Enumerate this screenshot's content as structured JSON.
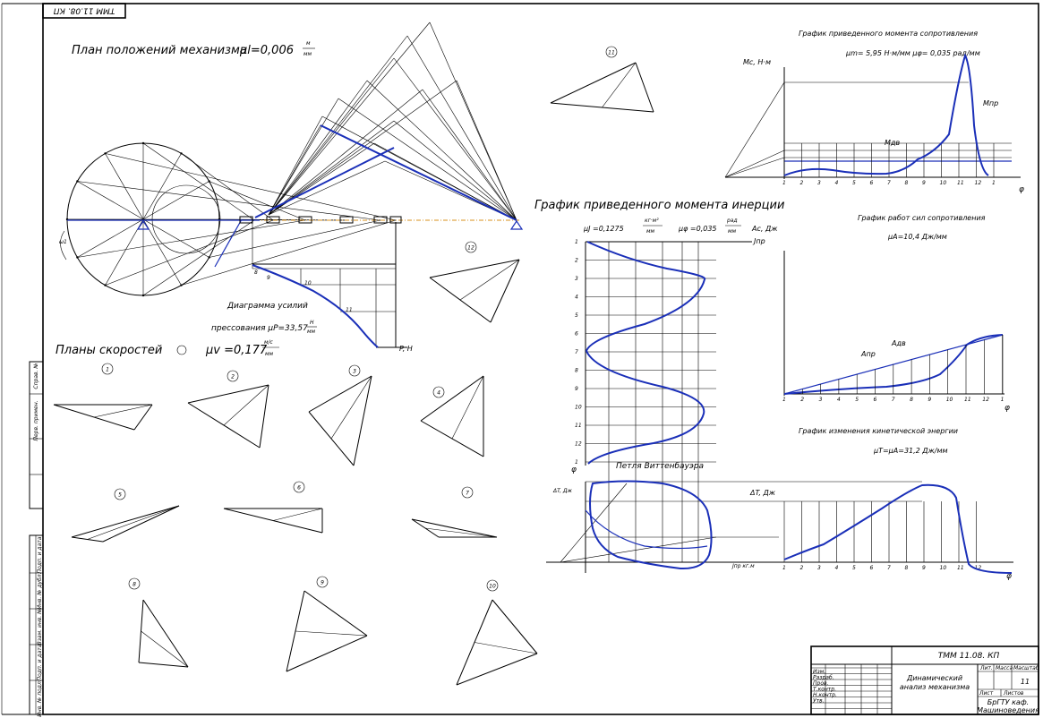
{
  "stamp_top": "ТММ 11.08. КП",
  "mechanism": {
    "title": "План положений механизма",
    "mu_label": "μl=0,006",
    "mu_unit_num": "м",
    "mu_unit_den": "мм",
    "omega": "ω1"
  },
  "force_diagram": {
    "title_line1": "Диаграмма усилий",
    "title_line2": "прессования μP=33,57",
    "unit_num": "Н",
    "unit_den": "мм",
    "axis_label": "P, Н",
    "position_numbers": [
      "8",
      "9",
      "10",
      "11"
    ]
  },
  "velocity_plans": {
    "title": "Планы скоростей",
    "mu_label": "μv =0,177",
    "unit_num": "м/с",
    "unit_den": "мм",
    "plan_numbers": [
      "1",
      "2",
      "3",
      "4",
      "5",
      "6",
      "7",
      "8",
      "9",
      "10",
      "11",
      "12"
    ]
  },
  "inertia_chart": {
    "title": "График приведенного момента инерции",
    "mu_j": "μJ =0,1275",
    "mu_j_unit_num": "кг·м²",
    "mu_j_unit_den": "мм",
    "mu_phi": "μφ =0,035",
    "mu_phi_unit_num": "рад",
    "mu_phi_unit_den": "мм",
    "x_axis_label": "Jпр",
    "y_axis_label": "φ",
    "tick_labels": [
      "1",
      "2",
      "3",
      "4",
      "5",
      "6",
      "7",
      "8",
      "9",
      "10",
      "11",
      "12",
      "1"
    ]
  },
  "wittenbauer": {
    "title": "Петля Виттенбауэра",
    "y_axis_label": "ΔT, Дж",
    "tick_label": "Jпр кг.м"
  },
  "moment_chart": {
    "title": "График приведенного момента сопротивления",
    "scale_line": "μm= 5,95 Н·м/мм   μφ= 0,035 рад/мм",
    "y_axis_label": "Mc, Н·м",
    "series_labels": [
      "Mпр",
      "Mдв"
    ],
    "x_axis_label": "φ",
    "tick_labels": [
      "1",
      "2",
      "3",
      "4",
      "5",
      "6",
      "7",
      "8",
      "9",
      "10",
      "11",
      "12",
      "1"
    ]
  },
  "work_chart": {
    "title": "График работ сил сопротивления",
    "scale_line": "μA=10,4 Дж/мм",
    "y_axis_label": "Ac, Дж",
    "series_labels": [
      "Aпр",
      "Aдв"
    ],
    "x_axis_label": "φ",
    "tick_labels": [
      "1",
      "2",
      "3",
      "4",
      "5",
      "6",
      "7",
      "8",
      "9",
      "10",
      "11",
      "12",
      "1"
    ]
  },
  "kinetic_chart": {
    "title": "График изменения кинетической энергии",
    "scale_line": "μT=μA=31,2 Дж/мм",
    "y_axis_label": "ΔT, Дж",
    "x_axis_label": "φ",
    "tick_labels": [
      "1",
      "2",
      "3",
      "4",
      "5",
      "6",
      "7",
      "8",
      "9",
      "10",
      "11",
      "12"
    ]
  },
  "title_block": {
    "doc_code": "ТММ 11.08. КП",
    "title_line1": "Динамический",
    "title_line2": "анализ механизма",
    "sheet": "11",
    "org_line1": "БрГТУ каф.",
    "org_line2": "Машиноведения",
    "col_headers": [
      "Лит.",
      "Масса",
      "Масштаб"
    ],
    "sheet_label": "Лист",
    "sheets_label": "Листов",
    "row_labels": [
      "Изм.",
      "Разраб.",
      "Пров.",
      "Т.контр.",
      "Н.контр.",
      "Утв."
    ]
  },
  "left_strip_labels": [
    "Перв. примен.",
    "Справ. №",
    "Подп. и дата",
    "Инв. № дубл.",
    "Взам. инв. №",
    "Подп. и дата",
    "Инв. № подл."
  ]
}
